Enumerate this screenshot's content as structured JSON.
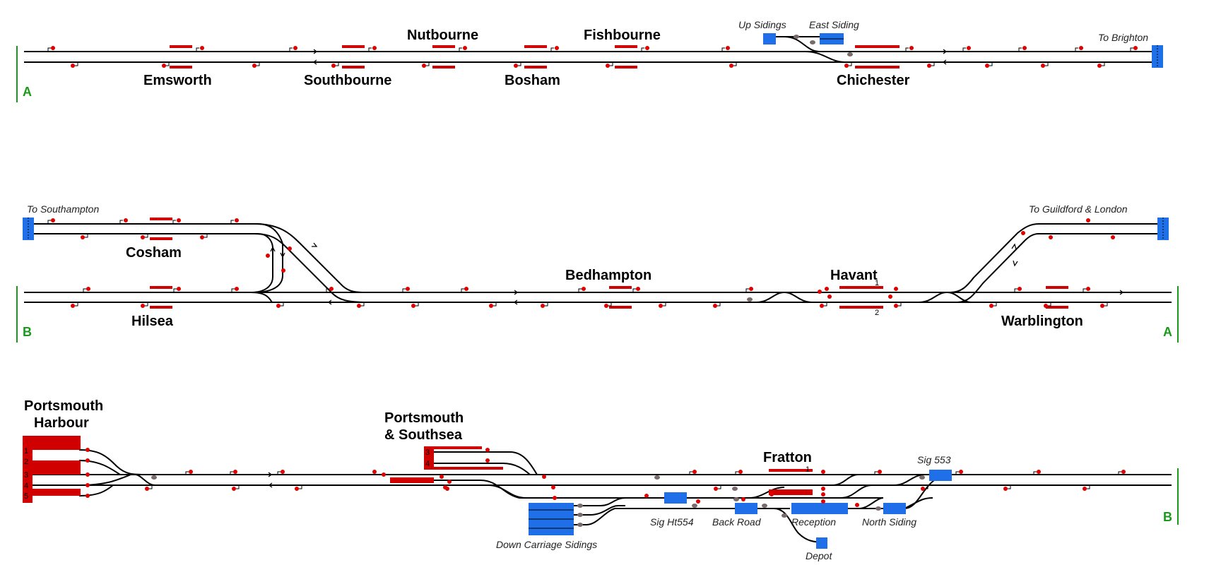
{
  "colors": {
    "track": "#000000",
    "platform": "#d00000",
    "signal_lamp": "#e00000",
    "fringe": "#1e6fe8",
    "connector": "#1a9a1a",
    "shunt": "#7a6a6a"
  },
  "connectors": {
    "row1_left": "A",
    "row2_left": "B",
    "row2_right": "A",
    "row3_right": "B"
  },
  "destinations": {
    "brighton": "To Brighton",
    "southampton": "To Southampton",
    "guildford_london": "To Guildford & London"
  },
  "stations": {
    "emsworth": "Emsworth",
    "nutbourne": "Nutbourne",
    "southbourne": "Southbourne",
    "fishbourne": "Fishbourne",
    "bosham": "Bosham",
    "chichester": "Chichester",
    "cosham": "Cosham",
    "hilsea": "Hilsea",
    "bedhampton": "Bedhampton",
    "havant": "Havant",
    "warblington": "Warblington",
    "portsmouth_harbour_1": "Portsmouth",
    "portsmouth_harbour_2": "Harbour",
    "portsmouth_southsea_1": "Portsmouth",
    "portsmouth_southsea_2": "& Southsea",
    "fratton": "Fratton"
  },
  "sidings": {
    "up_sidings": "Up Sidings",
    "east_siding": "East Siding",
    "sig_553": "Sig 553",
    "sig_ht554": "Sig Ht554",
    "back_road": "Back Road",
    "reception": "Reception",
    "north_siding": "North Siding",
    "depot": "Depot",
    "down_carriage_sidings": "Down Carriage Sidings"
  },
  "platform_numbers": {
    "havant_1": "1",
    "havant_2": "2",
    "fratton_1": "1",
    "ph_1": "1",
    "ph_2": "2",
    "ph_3": "3",
    "ph_4": "4",
    "ph_5": "5",
    "ps_3": "3",
    "ps_4": "4"
  }
}
